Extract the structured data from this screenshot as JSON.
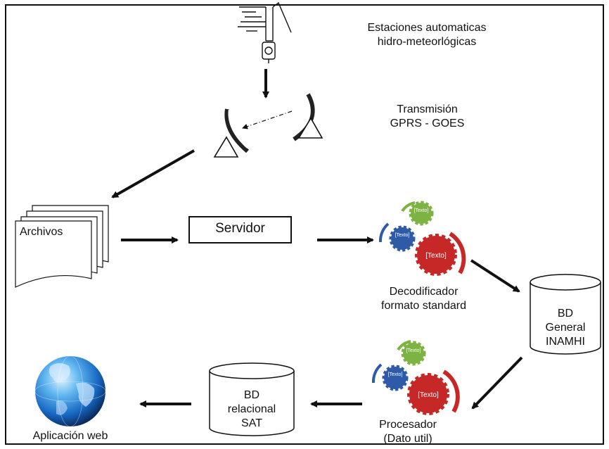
{
  "labels": {
    "stations_line1": "Estaciones automaticas",
    "stations_line2": "hidro-meteorlógicas",
    "transmission_line1": "Transmisión",
    "transmission_line2": "GPRS  - GOES",
    "archives": "Archivos",
    "server": "Servidor",
    "decoder_line1": "Decodificador",
    "decoder_line2": "formato  standard",
    "bd_general_line1": "BD",
    "bd_general_line2": "General",
    "bd_general_line3": "INAMHI",
    "processor_line1": "Procesador",
    "processor_line2": "(Dato util)",
    "bd_sat_line1": "BD",
    "bd_sat_line2": "relacional",
    "bd_sat_line3": "SAT",
    "web_app": "Aplicación web"
  },
  "gear_labels": {
    "small_top": "[Texto]",
    "small_left": "[Texto]",
    "large": "[Texto]"
  },
  "colors": {
    "gear_green": "#7cb342",
    "gear_blue": "#2e5aa8",
    "gear_red": "#c62828",
    "globe_blue": "#1e88e5"
  }
}
